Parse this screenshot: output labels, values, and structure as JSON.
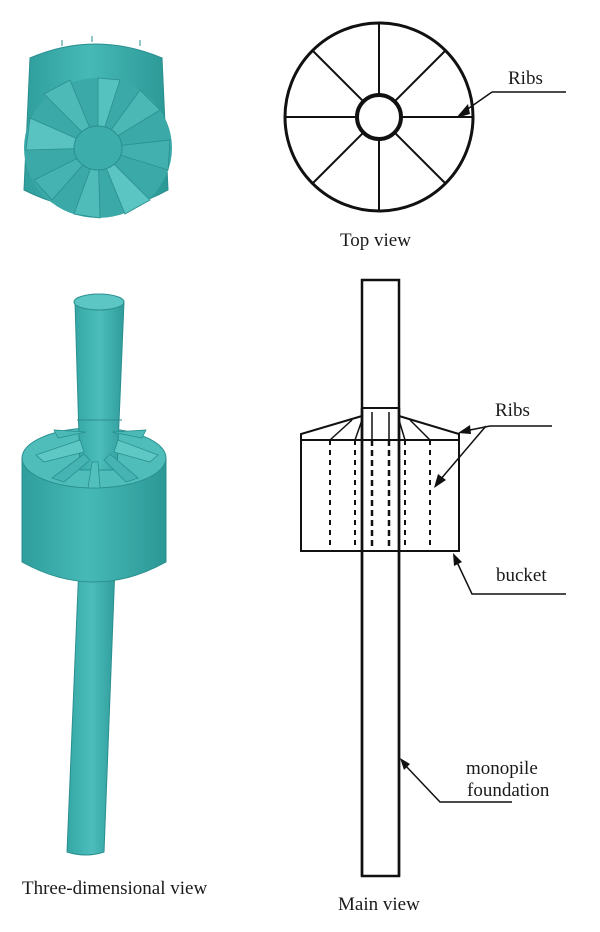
{
  "captions": {
    "top_view": "Top view",
    "three_dimensional_view": "Three-dimensional view",
    "main_view": "Main view"
  },
  "labels": {
    "top_ribs": "Ribs",
    "main_ribs": "Ribs",
    "bucket": "bucket",
    "monopile_line1": "monopile",
    "monopile_line2": "foundation"
  },
  "colors": {
    "model_fill": "#3fb2b2",
    "model_dark": "#2a8f8f",
    "model_light": "#5cc6c4",
    "line": "#111111"
  }
}
